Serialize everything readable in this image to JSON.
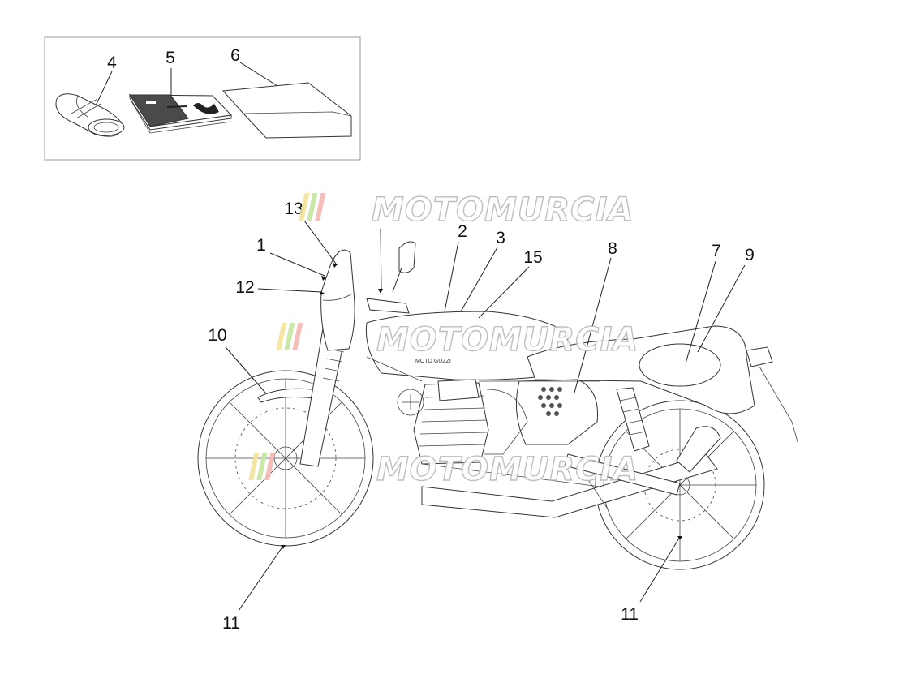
{
  "callouts": {
    "c1": "1",
    "c2": "2",
    "c3": "3",
    "c4": "4",
    "c5": "5",
    "c6": "6",
    "c7": "7",
    "c8": "8",
    "c9": "9",
    "c10": "10",
    "c11a": "11",
    "c11b": "11",
    "c12": "12",
    "c13": "13",
    "c15": "15"
  },
  "watermark": {
    "text": "MOTOMURCIA"
  },
  "tank_logo": "MOTO GUZZI",
  "colors": {
    "watermark_stripes": [
      "#f4e59a",
      "#c6e6a3",
      "#f5b9b2"
    ],
    "watermark_outline": "#b9b9b9",
    "line": "#222222"
  }
}
